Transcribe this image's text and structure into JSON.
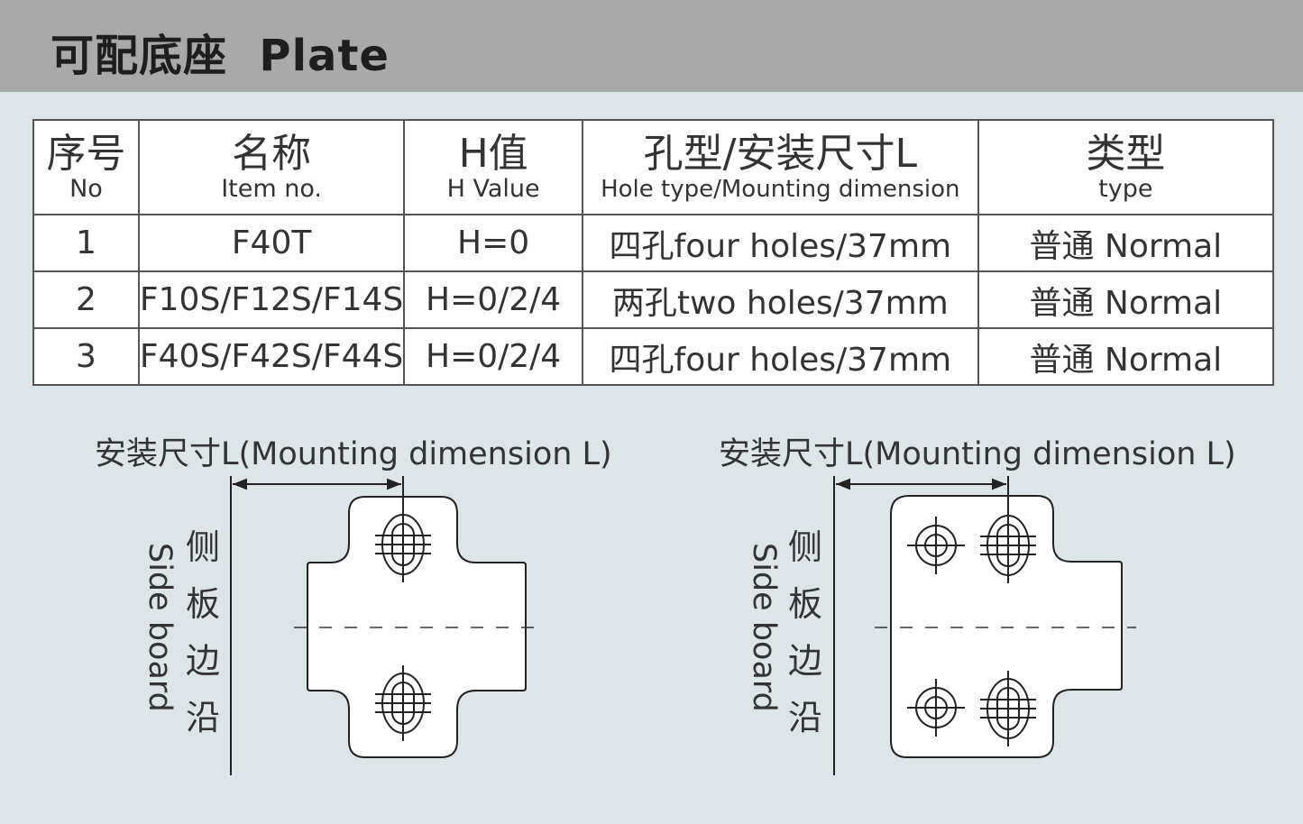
{
  "header": {
    "title": "可配底座  Plate"
  },
  "table": {
    "headers": [
      {
        "zh": "序号",
        "en": "No"
      },
      {
        "zh": "名称",
        "en": "Item no."
      },
      {
        "zh": "H值",
        "en": "H Value"
      },
      {
        "zh": "孔型/安装尺寸L",
        "en": "Hole type/Mounting dimension"
      },
      {
        "zh": "类型",
        "en": "type"
      }
    ],
    "rows": [
      [
        "1",
        "F40T",
        "H=0",
        "四孔four holes/37mm",
        "普通 Normal"
      ],
      [
        "2",
        "F10S/F12S/F14S",
        "H=0/2/4",
        "两孔two holes/37mm",
        "普通 Normal"
      ],
      [
        "3",
        "F40S/F42S/F44S",
        "H=0/2/4",
        "四孔four holes/37mm",
        "普通 Normal"
      ]
    ]
  },
  "diagrams": [
    {
      "label": "安装尺寸L(Mounting dimension L)",
      "side_zh": [
        "侧",
        "板",
        "边",
        "沿"
      ],
      "side_en": "Side board"
    },
    {
      "label": "安装尺寸L(Mounting dimension L)",
      "side_zh": [
        "侧",
        "板",
        "边",
        "沿"
      ],
      "side_en": "Side board"
    }
  ]
}
